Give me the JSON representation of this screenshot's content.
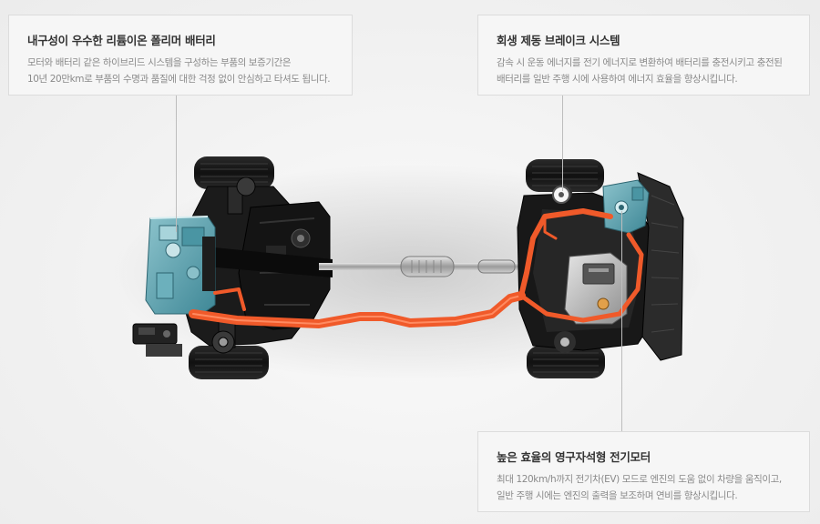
{
  "callouts": [
    {
      "title": "내구성이 우수한 리튬이온 폴리머 배터리",
      "lines": [
        "모터와 배터리 같은 하이브리드 시스템을 구성하는 부품의 보증기간은",
        "10년 20만km로 부품의 수명과 품질에 대한 걱정 없이 안심하고 타셔도 됩니다."
      ]
    },
    {
      "title": "회생 제동 브레이크 시스템",
      "lines": [
        "감속 시 운동 에너지를 전기 에너지로 변환하여 배터리를 충전시키고 충전된",
        "배터리를 일반 주행 시에 사용하여 에너지 효율을 향상시킵니다."
      ]
    },
    {
      "title": "높은 효율의 영구자석형 전기모터",
      "lines": [
        "최대 120km/h까지 전기차(EV) 모드로 엔진의 도움 없이 차량을 움직이고,",
        "일반 주행 시에는 엔진의 출력을 보조하며 연비를 향상시킵니다."
      ]
    }
  ],
  "colors": {
    "orange_cable": "#f05a2a",
    "battery_teal": "#5fa3b0",
    "chassis": "#1a1a1a",
    "panel_bg": "#f6f6f6"
  }
}
